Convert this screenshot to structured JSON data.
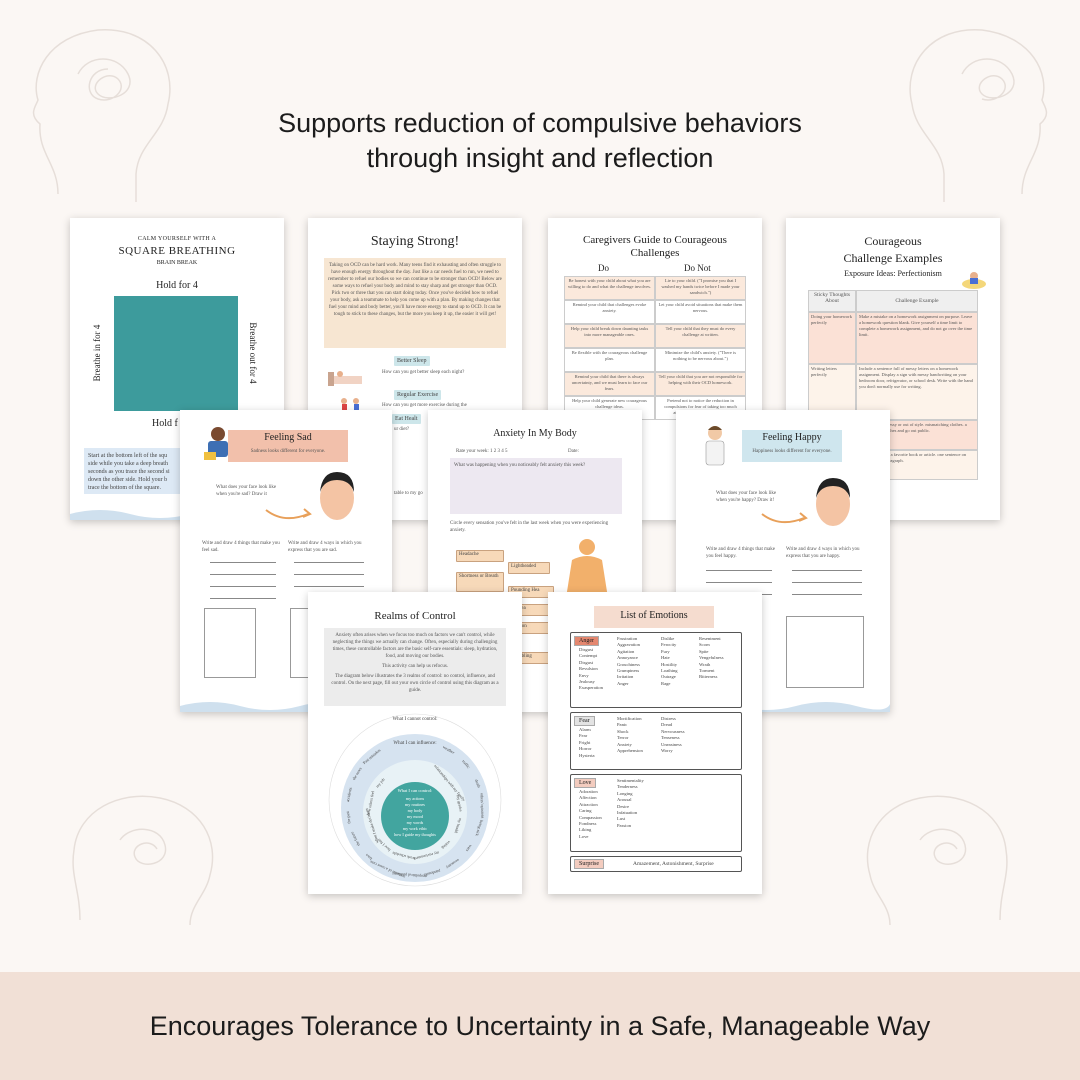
{
  "headline": {
    "line1": "Supports reduction of compulsive behaviors",
    "line2": "through insight and reflection"
  },
  "footer": {
    "text": "Encourages Tolerance to Uncertainty in a Safe, Manageable Way"
  },
  "square_breathing": {
    "kicker": "CALM YOURSELF WITH A",
    "title": "SQUARE BREATHING",
    "subtitle": "BRAIN BREAK",
    "top_label": "Hold for 4",
    "left_label": "Breathe in for 4",
    "right_label": "Breathe out for 4",
    "bottom_label": "Hold f",
    "body": "Start at the bottom left of the squ side while you take a deep breath seconds as you trace the second si down the other side. Hold your b trace the bottom of the square."
  },
  "staying_strong": {
    "title": "Staying Strong!",
    "body": "Taking on OCD can be hard work. Many teens find it exhausting and often struggle to have enough energy throughout the day. Just like a car needs fuel to run, we need to remember to refuel our bodies so we can continue to be stronger than OCD! Below are some ways to refuel your body and mind to stay sharp and get stronger than OCD. Pick two or three that you can start doing today. Once you've decided how to refuel your body, ask a teammate to help you come up with a plan. By making changes that fuel your mind and body better, you'll have more energy to stand up to OCD. It can be tough to stick to these changes, but the more you keep it up, the easier it will get!",
    "item1": "Better Sleep",
    "item1_q": "How can you get better sleep each night?",
    "item2": "Regular Exercise",
    "item2_q": "How can you get more exercise during the",
    "item3": "Eat Healt",
    "item3_q": "ur diet?",
    "item4_q": "table to my go"
  },
  "caregivers": {
    "title": "Caregivers Guide to Courageous Challenges",
    "col_do": "Do",
    "col_dont": "Do Not",
    "rows": [
      [
        "Be honest with your child about what you are willing to do and what the challenge involves.",
        "Lie to your child. (\"I promise you that I washed my hands twice before I made your sandwich.\")"
      ],
      [
        "Remind your child that challenges evoke anxiety.",
        "Let your child avoid situations that make them nervous."
      ],
      [
        "Help your child break down daunting tasks into more manageable ones.",
        "Tell your child that they must do every challenge at written."
      ],
      [
        "Be flexible with the courageous challenge plan.",
        "Minimize the child's anxiety. (\"There is nothing to be nervous about.\")"
      ],
      [
        "Remind your child that there is always uncertainty, and we must learn to face our fears.",
        "Tell your child that you are not responsible for helping with their OCD homework."
      ],
      [
        "Help your child generate new courageous challenge ideas.",
        "Pretend not to notice the reduction in compulsions for fear of taking too much attention to your child's OCD."
      ]
    ]
  },
  "courageous": {
    "title1": "Courageous",
    "title2": "Challenge Examples",
    "subtitle": "Exposure Ideas: Perfectionism",
    "col1": "Sticky Thoughts About",
    "col2": "Challenge Example",
    "rows": [
      [
        "Doing your homework perfectly",
        "Make a mistake on a homework assignment on purpose. Leave a homework question blank. Give yourself a time limit to complete a homework assignment, and do not go over the time limit."
      ],
      [
        "Writing letters perfectly",
        "Include a sentence full of messy letters on a homework assignment. Display a sign with messy handwriting on your bedroom door, refrigerator, or school desk. Write with the hand you don't normally use for writing."
      ],
      [
        "",
        "your hair very messy or out of style. mismatching clothes. a stain on your clothes and go out public."
      ],
      [
        "",
        "and read through a favorite book or article. one sentence on every page or paragraph."
      ]
    ]
  },
  "feeling_sad": {
    "title": "Feeling Sad",
    "subtitle": "Sadness looks different for everyone.",
    "q1": "What does your face look like when you're sad? Draw it",
    "q2": "Write and draw 4 things that make you feel sad.",
    "q3": "Write and draw 4 ways in which you express that you are sad."
  },
  "anxiety": {
    "title": "Anxiety In My Body",
    "rate": "Rate your week: 1 2 3 4 5",
    "date": "Date:",
    "question": "What was happening when you noticeably felt anxiety this week?",
    "circle": "Circle every sensation you've felt in the last week when you were experiencing anxiety.",
    "sensations": [
      "Headache",
      "Lightheaded",
      "Shortness or Breath",
      "Pounding Hea",
      "Nausea",
      "Tension",
      "Trembling"
    ]
  },
  "feeling_happy": {
    "title": "Feeling Happy",
    "subtitle": "Happiness looks different for everyone.",
    "q1": "What does your face look like when you're happy? Draw it!",
    "q2": "Write and draw 4 things that make you feel happy.",
    "q3": "Write and draw 4 ways in which you express that you are happy."
  },
  "realms": {
    "title": "Realms of Control",
    "body1": "Anxiety often arises when we focus too much on factors we can't control, while neglecting the things we actually can change. Often, especially during challenging times, these controllable factors are the basic self-care essentials: sleep, hydration, food, and moving our bodies.",
    "body2": "This activity can help us refocus.",
    "body3": "The diagram below illustrates the 3 realms of control: no control, influence, and control. On the next page, fill out your own circle of control using this diagram as a guide.",
    "outer_label": "What I cannot control:",
    "middle_label": "What I can influence:",
    "inner_label": "What I can control:",
    "outer_items": [
      "weather",
      "traffic",
      "death",
      "others' opinions",
      "being sick",
      "wars",
      "economy",
      "pandemics",
      "geopolitical problems",
      "outcome of a court case",
      "laws",
      "the future",
      "the past",
      "accidents",
      "the news",
      "Past mistakes"
    ],
    "middle_items": [
      "relationships with my family",
      "my grades",
      "my health",
      "voting",
      "my environment",
      "work schedule",
      "how I feel",
      "when I make decisions",
      "how others feel",
      "my job"
    ],
    "inner_items": [
      "my actions",
      "my routines",
      "my body",
      "my mood",
      "my words",
      "my work ethic",
      "how I guide my thoughts"
    ]
  },
  "emotions": {
    "title": "List of Emotions",
    "groups": [
      {
        "name": "Anger",
        "color": "#e4876f",
        "col1": [
          "Disgust",
          "Contempt",
          "Disgust",
          "Revulsion",
          "Envy",
          "Jealousy",
          "Exasperation"
        ],
        "col2": [
          "Frustration",
          "Aggravation",
          "Agitation",
          "Annoyance",
          "Grouchiness",
          "Grumpiness",
          "Irritation",
          "Anger"
        ],
        "col3": [
          "Dislike",
          "Ferocity",
          "Fury",
          "Hate",
          "Hostility",
          "Loathing",
          "Outrage",
          "Rage"
        ],
        "col4": [
          "Resentment",
          "Scorn",
          "Spite",
          "Vengefulness",
          "Wrath",
          "Torment",
          "Bitterness"
        ]
      },
      {
        "name": "Fear",
        "color": "#e3e3e3",
        "col1": [
          "Alarm",
          "Fear",
          "Fright",
          "Horror",
          "Hysteria"
        ],
        "col2": [
          "Mortification",
          "Panic",
          "Shock",
          "Terror",
          "Anxiety",
          "Apprehension"
        ],
        "col3": [
          "Distress",
          "Dread",
          "Nervousness",
          "Tenseness",
          "Uneasiness",
          "Worry"
        ],
        "col4": []
      },
      {
        "name": "Love",
        "color": "#f3ccbf",
        "col1": [
          "Adoration",
          "Affection",
          "Attraction",
          "Caring",
          "Compassion",
          "Fondness",
          "Liking",
          "Love"
        ],
        "col2": [
          "Sentimentality",
          "Tenderness",
          "Longing",
          "Arousal",
          "Desire",
          "Infatuation",
          "Lust",
          "Passion"
        ],
        "col3": [],
        "col4": []
      }
    ],
    "surprise_name": "Surprise",
    "surprise_items": "Amazement, Astonishment, Surprise"
  }
}
